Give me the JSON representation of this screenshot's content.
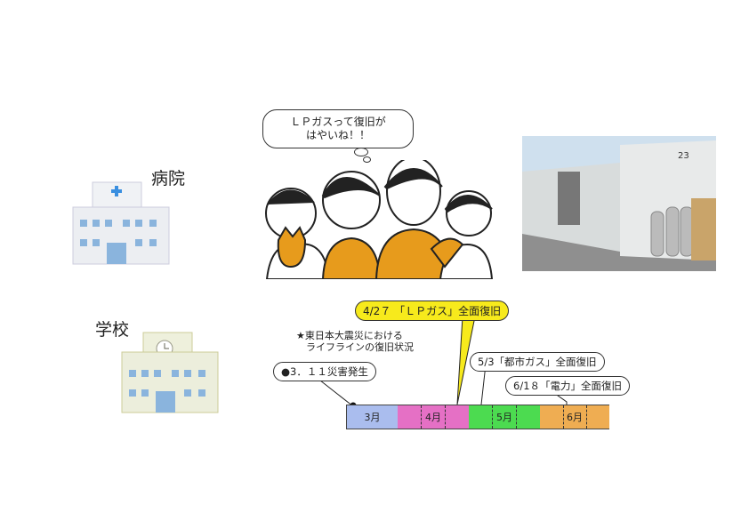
{
  "labels": {
    "hospital": "病院",
    "school": "学校"
  },
  "speech": {
    "line1": "ＬＰガスって復旧が",
    "line2": "はやいね！！"
  },
  "photo": {
    "unit_number": "23"
  },
  "timeline": {
    "title_line1": "★東日本大震災における",
    "title_line2": "ライフラインの復旧状況",
    "events": {
      "disaster": "●3．１１災害発生",
      "lpgas": "4/2７ 「ＬＰガス」全面復旧",
      "citygas": "5/3「都市ガス」全面復旧",
      "power": "6/1８「電力」全面復旧"
    },
    "months": [
      {
        "label": "3月",
        "color": "#aabdee"
      },
      {
        "label": "4月",
        "color": "#e570c5"
      },
      {
        "label": "5月",
        "color": "#4cdb50"
      },
      {
        "label": "6月",
        "color": "#efad52"
      }
    ]
  }
}
